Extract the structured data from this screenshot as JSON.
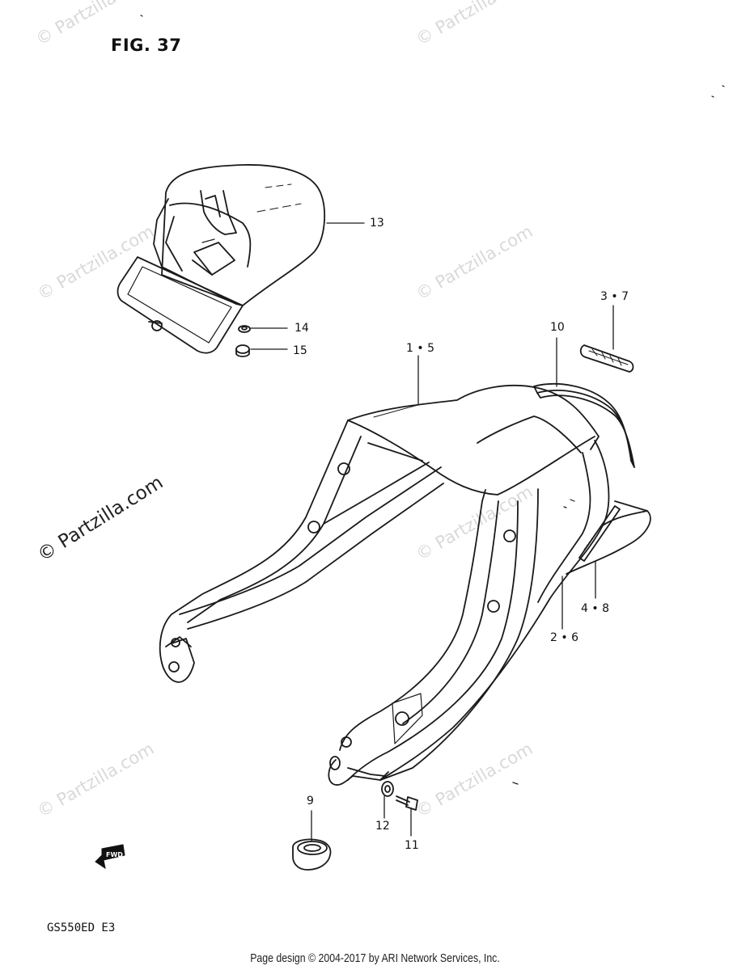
{
  "figure": {
    "title": "FIG. 37",
    "model_code": "GS550ED  E3"
  },
  "watermark": {
    "text": "© Partzilla.com"
  },
  "callouts": {
    "c13": "13",
    "c14": "14",
    "c15": "15",
    "c15b": "1 • 5",
    "c10": "10",
    "c37": "3 • 7",
    "c48": "4 • 8",
    "c26": "2 • 6",
    "c9": "9",
    "c12": "12",
    "c11": "11"
  },
  "fwd_marker": {
    "label": "FWD",
    "icon": "fwd-arrow-icon"
  },
  "footer": {
    "text": "Page design © 2004-2017 by ARI Network Services, Inc."
  }
}
